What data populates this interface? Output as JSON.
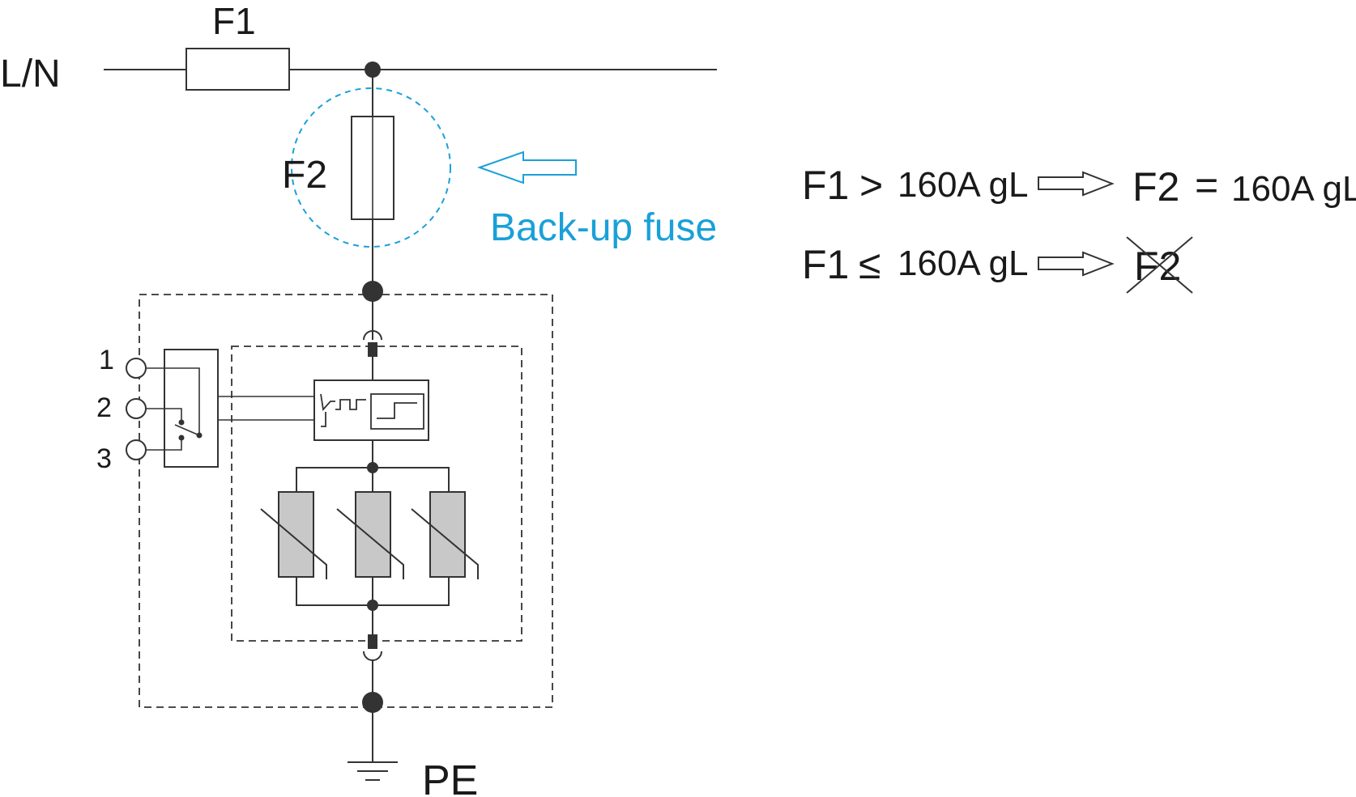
{
  "labels": {
    "line": "L/N",
    "fuse1": "F1",
    "fuse2": "F2",
    "backup_fuse": "Back-up fuse",
    "ground": "PE",
    "contact1": "1",
    "contact2": "2",
    "contact3": "3"
  },
  "rules": [
    {
      "left": "F1",
      "operator": ">",
      "rating": "160A gL",
      "result_fuse": "F2",
      "result_operator": "=",
      "result_rating": "160A gL",
      "crossed_out": false
    },
    {
      "left": "F1",
      "operator": "≤",
      "rating": "160A gL",
      "result_fuse": "F2",
      "crossed_out": true
    }
  ],
  "colors": {
    "line": "#333333",
    "text": "#1a1a1a",
    "highlight": "#1aa0d8",
    "varistor_fill": "#c8c8c8"
  }
}
